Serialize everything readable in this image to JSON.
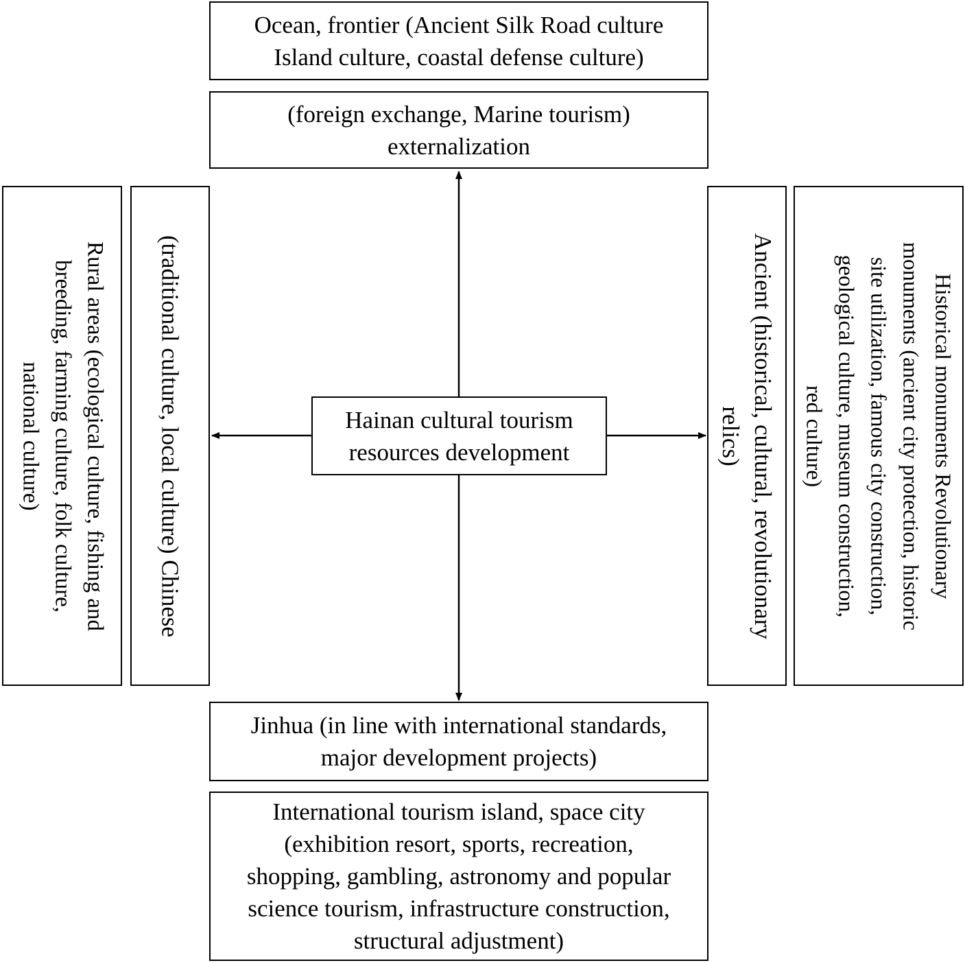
{
  "diagram": {
    "center": {
      "lines": [
        "Hainan cultural tourism",
        "resources development"
      ]
    },
    "top_outer": {
      "lines": [
        "Ocean, frontier (Ancient Silk Road culture",
        "Island culture, coastal defense culture)"
      ]
    },
    "top_inner": {
      "lines": [
        "(foreign exchange, Marine tourism)",
        "externalization"
      ]
    },
    "bottom_inner": {
      "lines": [
        "Jinhua (in line with international standards,",
        "major development projects)"
      ]
    },
    "bottom_outer": {
      "lines": [
        "International tourism island, space city",
        "(exhibition resort, sports, recreation,",
        "shopping, gambling, astronomy and popular",
        "science tourism, infrastructure construction,",
        "structural adjustment)"
      ]
    },
    "left_inner": {
      "lines": [
        "(traditional culture, local culture) Chinese"
      ]
    },
    "left_outer": {
      "lines": [
        "Rural areas (ecological culture, fishing and",
        "breeding, farming culture, folk culture,",
        "national culture)"
      ]
    },
    "right_inner": {
      "lines": [
        "Ancient (historical, cultural, revolutionary",
        "relics)"
      ]
    },
    "right_outer": {
      "lines": [
        "Historical monuments Revolutionary",
        "monuments (ancient city protection, historic",
        "site utilization, famous city construction,",
        "geological culture, museum construction,",
        "red culture)"
      ]
    }
  }
}
